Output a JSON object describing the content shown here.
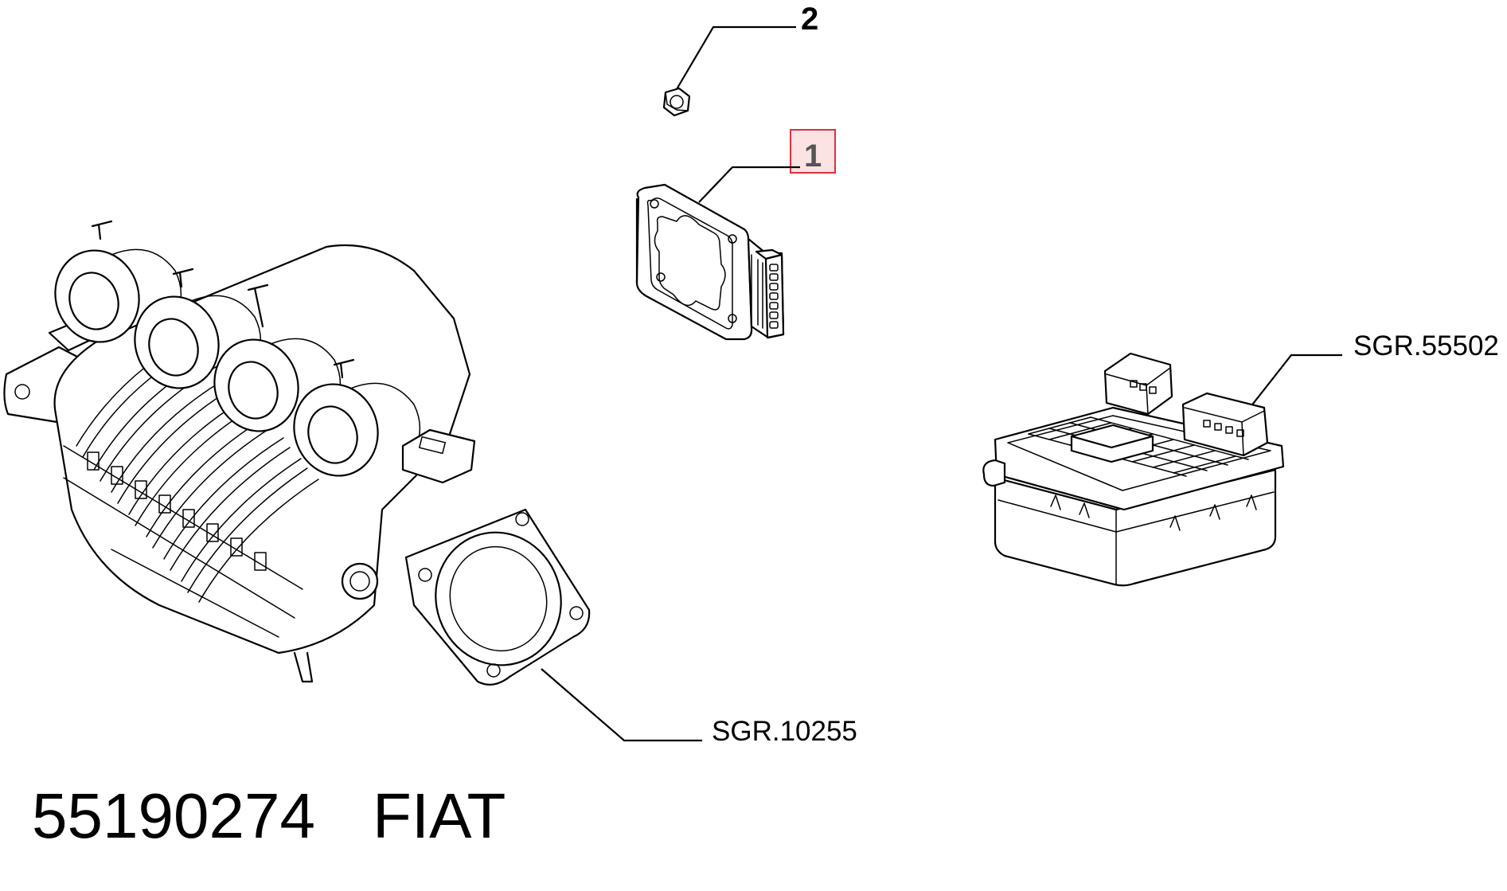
{
  "callouts": {
    "part_1": {
      "number": "1",
      "highlighted": true,
      "highlight_border": "#e0303a",
      "highlight_fill": "#fbe3e4"
    },
    "part_2": {
      "number": "2"
    }
  },
  "references": {
    "fuse_box": "SGR.55502",
    "intake_manifold": "SGR.10255"
  },
  "footer": {
    "part_number": "55190274",
    "brand": "FIAT"
  },
  "icons": {
    "nut": "hex-nut-icon",
    "control_unit": "ecu-module-icon",
    "manifold": "intake-manifold-icon",
    "fuse_box": "fuse-box-icon"
  }
}
